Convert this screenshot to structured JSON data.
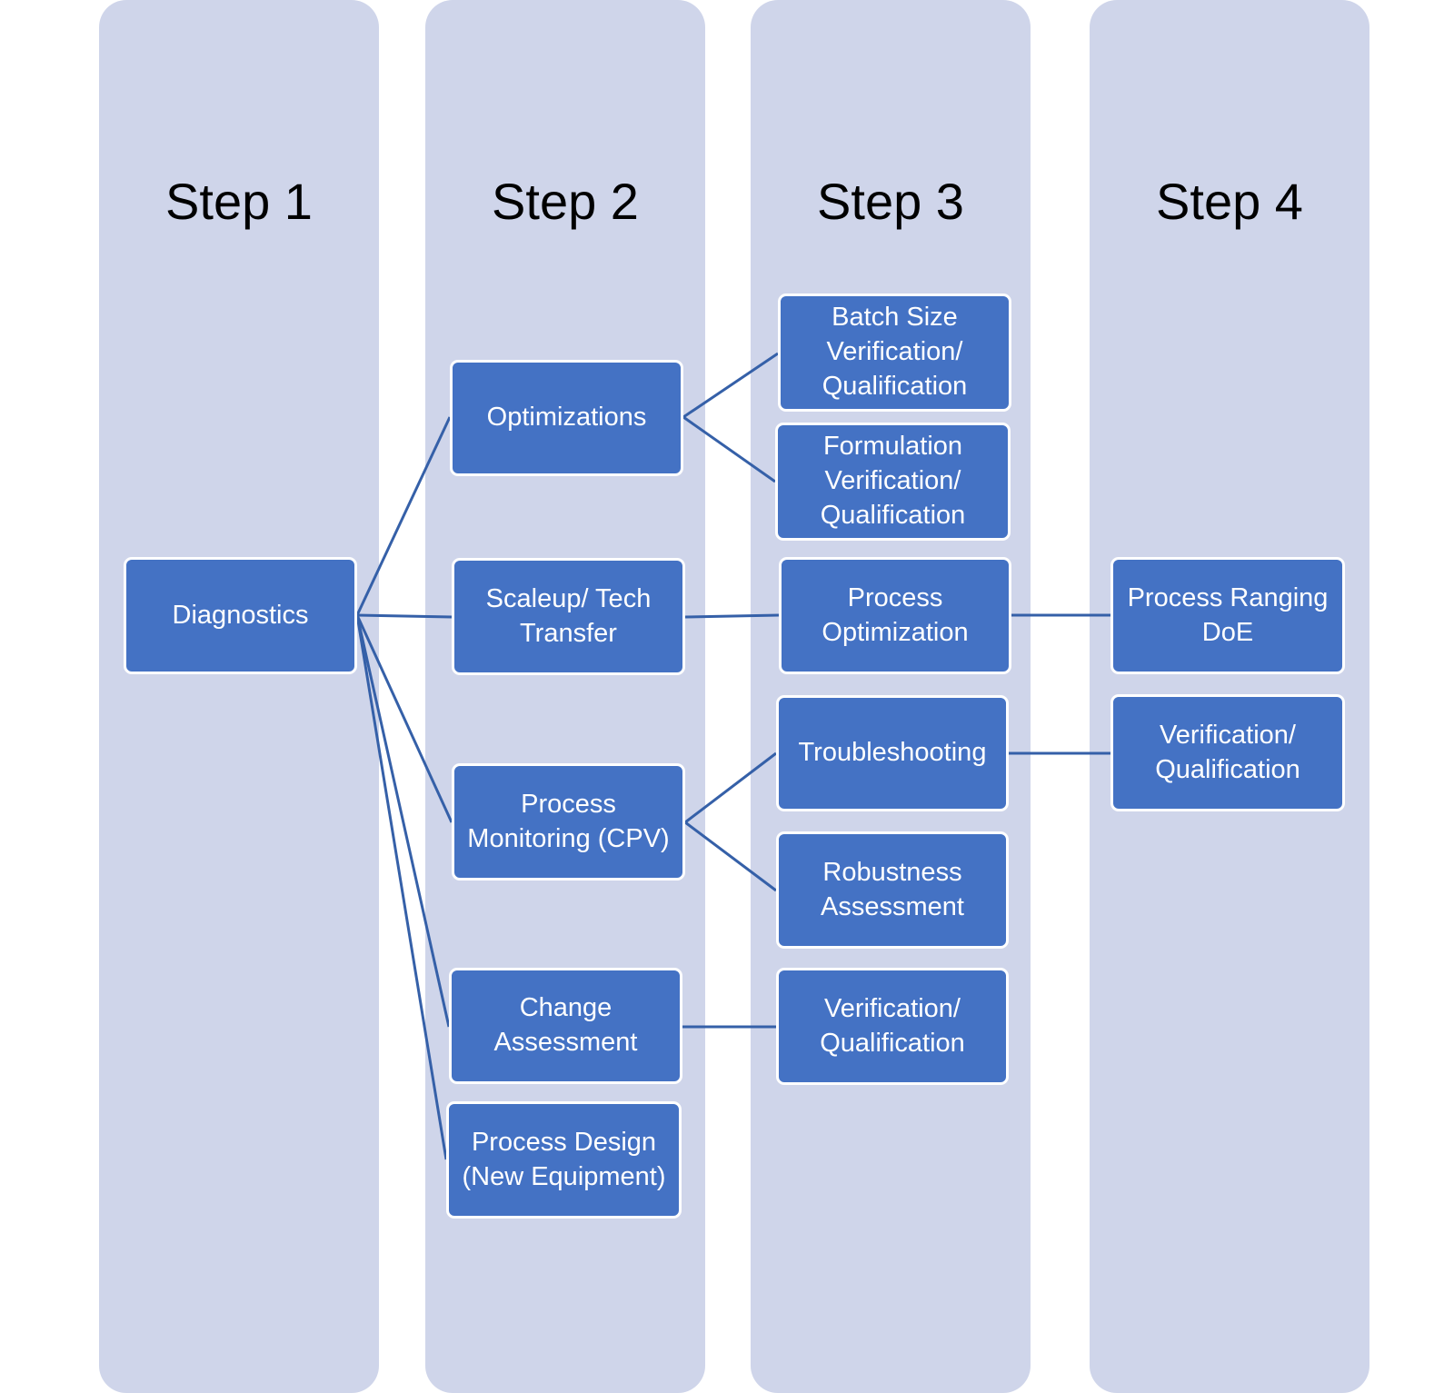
{
  "steps": [
    {
      "title": "Step 1"
    },
    {
      "title": "Step 2"
    },
    {
      "title": "Step 3"
    },
    {
      "title": "Step 4"
    }
  ],
  "nodes": {
    "diagnostics": "Diagnostics",
    "optimizations": "Optimizations",
    "scaleup": "Scaleup/ Tech Transfer",
    "process_monitoring": "Process Monitoring (CPV)",
    "change_assessment": "Change Assessment",
    "process_design": "Process Design (New Equipment)",
    "batch_size": "Batch Size Verification/ Qualification",
    "formulation": "Formulation Verification/ Qualification",
    "process_optimization": "Process Optimization",
    "troubleshooting": "Troubleshooting",
    "robustness": "Robustness Assessment",
    "verification_step3": "Verification/ Qualification",
    "process_ranging": "Process Ranging DoE",
    "verification_step4": "Verification/ Qualification"
  },
  "colors": {
    "column": "#cfd5ea",
    "node": "#4472c4",
    "connector": "#3560a8"
  }
}
